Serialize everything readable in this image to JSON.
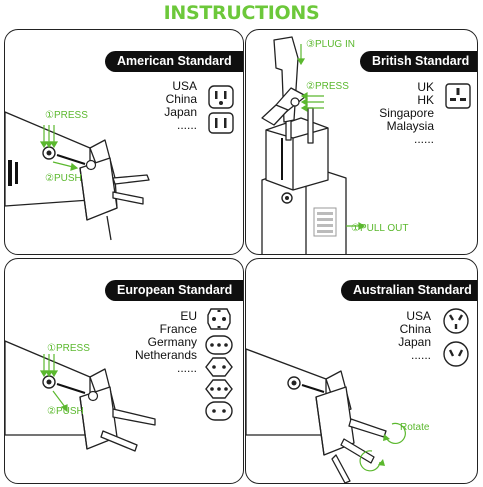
{
  "title": "INSTRUCTIONS",
  "colors": {
    "accent": "#6cc83a",
    "header_bg": "#0f0f0f"
  },
  "panels": [
    {
      "header": "American Standard",
      "countries": [
        "USA",
        "China",
        "Japan",
        "......"
      ],
      "steps": [
        "①PRESS",
        "②PUSH"
      ]
    },
    {
      "header": "British Standard",
      "countries": [
        "UK",
        "HK",
        "Singapore",
        "Malaysia",
        "......"
      ],
      "steps": [
        "③PLUG IN",
        "②PRESS",
        "①PULL OUT"
      ]
    },
    {
      "header": "European Standard",
      "countries": [
        "EU",
        "France",
        "Germany",
        "Netherands",
        "......"
      ],
      "steps": [
        "①PRESS",
        "②PUSH"
      ]
    },
    {
      "header": "Australian Standard",
      "countries": [
        "USA",
        "China",
        "Japan",
        "......"
      ],
      "steps": [
        "Rotate"
      ]
    }
  ]
}
